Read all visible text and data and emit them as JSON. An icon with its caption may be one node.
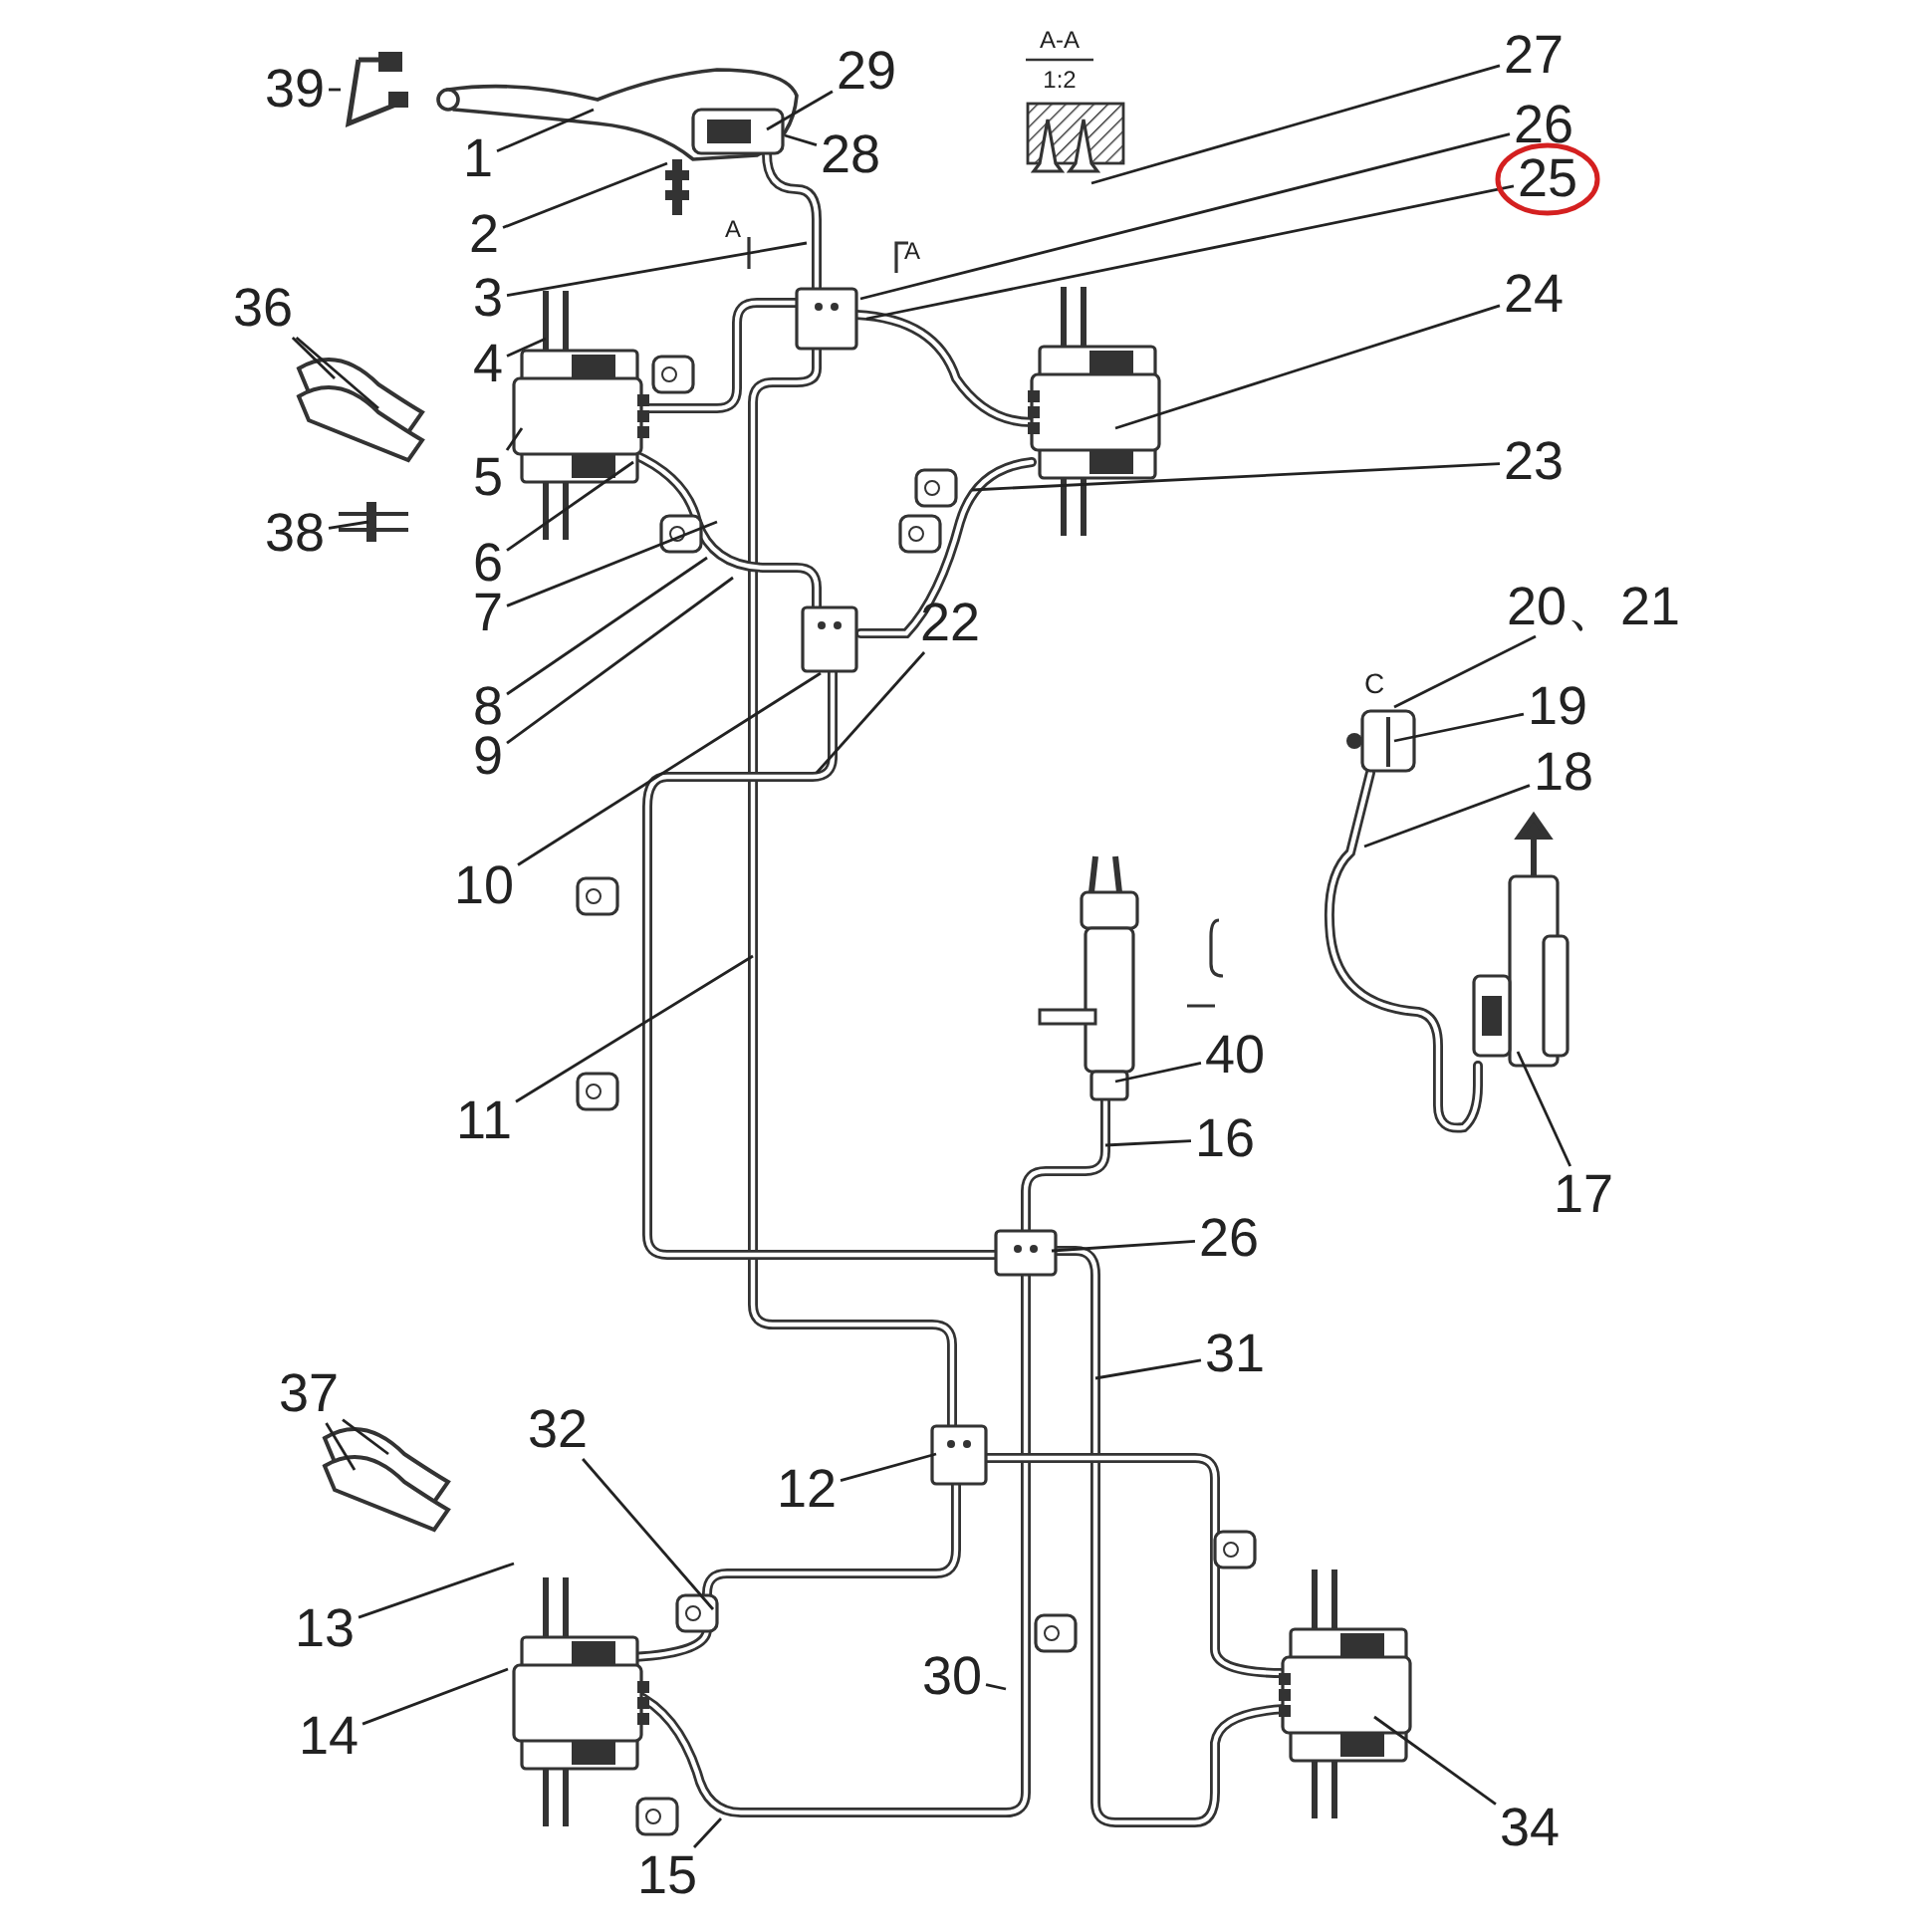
{
  "diagram": {
    "nodes": [
      {
        "text": [
          "39"
        ]
      },
      {
        "text": [
          "29"
        ]
      },
      {
        "text": [
          "27"
        ]
      },
      {
        "text": [
          "1"
        ]
      },
      {
        "text": [
          "28"
        ]
      },
      {
        "text": [
          "26"
        ]
      },
      {
        "text": [
          "2"
        ]
      },
      {
        "text": [
          "25"
        ]
      },
      {
        "text": [
          "3"
        ]
      },
      {
        "text": [
          "24"
        ]
      },
      {
        "text": [
          "36"
        ]
      },
      {
        "text": [
          "4"
        ]
      },
      {
        "text": [
          "23"
        ]
      },
      {
        "text": [
          "5"
        ]
      },
      {
        "text": [
          "38"
        ]
      },
      {
        "text": [
          "6"
        ]
      },
      {
        "text": [
          "20、21"
        ]
      },
      {
        "text": [
          "7"
        ]
      },
      {
        "text": [
          "22"
        ]
      },
      {
        "text": [
          "8"
        ]
      },
      {
        "text": [
          "19"
        ]
      },
      {
        "text": [
          "9"
        ]
      },
      {
        "text": [
          "18"
        ]
      },
      {
        "text": [
          "10"
        ]
      },
      {
        "text": [
          "40"
        ]
      },
      {
        "text": [
          "11"
        ]
      },
      {
        "text": [
          "16"
        ]
      },
      {
        "text": [
          "17"
        ]
      },
      {
        "text": [
          "26"
        ]
      },
      {
        "text": [
          "31"
        ]
      },
      {
        "text": [
          "37"
        ]
      },
      {
        "text": [
          "32"
        ]
      },
      {
        "text": [
          "12"
        ]
      },
      {
        "text": [
          "13"
        ]
      },
      {
        "text": [
          "30"
        ]
      },
      {
        "text": [
          "14"
        ]
      },
      {
        "text": [
          "34"
        ]
      },
      {
        "text": [
          "15"
        ]
      }
    ],
    "edges": [
      {
        "from": 0,
        "to": null,
        "arrow": "none"
      },
      {
        "from": 1,
        "to": null,
        "arrow": "none"
      },
      {
        "from": 2,
        "to": null,
        "arrow": "none"
      },
      {
        "from": 3,
        "to": null,
        "arrow": "none"
      },
      {
        "from": 4,
        "to": null,
        "arrow": "none"
      },
      {
        "from": 5,
        "to": null,
        "arrow": "none"
      },
      {
        "from": 6,
        "to": null,
        "arrow": "none"
      },
      {
        "from": 7,
        "to": null,
        "arrow": "none"
      },
      {
        "from": 8,
        "to": null,
        "arrow": "none"
      },
      {
        "from": 9,
        "to": null,
        "arrow": "none"
      },
      {
        "from": 10,
        "to": null,
        "arrow": "none"
      },
      {
        "from": 10,
        "to": null,
        "arrow": "none"
      },
      {
        "from": 11,
        "to": null,
        "arrow": "none"
      },
      {
        "from": 12,
        "to": null,
        "arrow": "none"
      },
      {
        "from": 13,
        "to": null,
        "arrow": "none"
      },
      {
        "from": 14,
        "to": null,
        "arrow": "none"
      },
      {
        "from": 15,
        "to": null,
        "arrow": "none"
      },
      {
        "from": 16,
        "to": null,
        "arrow": "none"
      },
      {
        "from": 17,
        "to": null,
        "arrow": "none"
      },
      {
        "from": 18,
        "to": null,
        "arrow": "none"
      },
      {
        "from": 19,
        "to": null,
        "arrow": "none"
      },
      {
        "from": 20,
        "to": null,
        "arrow": "none"
      },
      {
        "from": 21,
        "to": null,
        "arrow": "none"
      },
      {
        "from": 22,
        "to": null,
        "arrow": "none"
      },
      {
        "from": 23,
        "to": null,
        "arrow": "none"
      },
      {
        "from": 24,
        "to": null,
        "arrow": "none"
      },
      {
        "from": 25,
        "to": null,
        "arrow": "none"
      },
      {
        "from": 26,
        "to": null,
        "arrow": "none"
      },
      {
        "from": 27,
        "to": null,
        "arrow": "none"
      },
      {
        "from": 28,
        "to": null,
        "arrow": "none"
      },
      {
        "from": 29,
        "to": null,
        "arrow": "none"
      },
      {
        "from": 30,
        "to": null,
        "arrow": "none"
      },
      {
        "from": 30,
        "to": null,
        "arrow": "none"
      },
      {
        "from": 31,
        "to": null,
        "arrow": "none"
      },
      {
        "from": 32,
        "to": null,
        "arrow": "none"
      },
      {
        "from": 33,
        "to": null,
        "arrow": "none"
      },
      {
        "from": 34,
        "to": null,
        "arrow": "none"
      },
      {
        "from": 35,
        "to": null,
        "arrow": "none"
      },
      {
        "from": 36,
        "to": null,
        "arrow": "none"
      },
      {
        "from": 37,
        "to": null,
        "arrow": "none"
      }
    ],
    "labels": [
      "A-A",
      "1:2",
      "A",
      "A",
      "C"
    ]
  }
}
